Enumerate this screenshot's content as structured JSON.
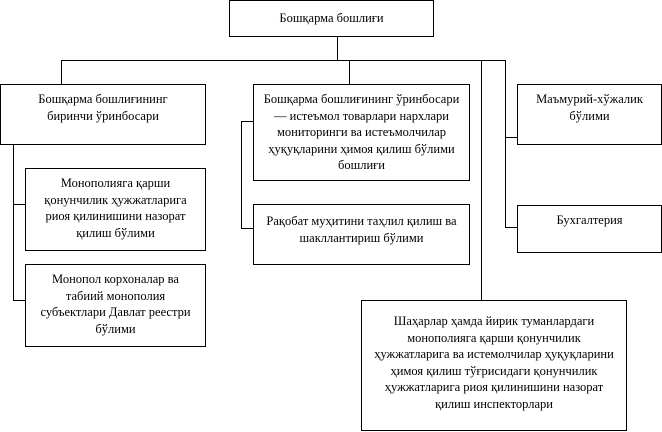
{
  "chart": {
    "head": "Бошқарма бошлиғи",
    "first_deputy": "Бошқарма бошлиғининг биринчи ўринбосари",
    "deputy_consumer": "Бошқарма бошлиғининг ўринбосари — истеъмол товарлари нархлари мониторинги ва истеъмолчилар ҳуқуқларини ҳимоя қилиш бўлими бошлиғи",
    "admin_dept": "Маъмурий-хўжалик бўлими",
    "accounting": "Бухгалтерия",
    "antimonopoly_compliance": "Монополияга қарши қонунчилик ҳужжатларига риоя қилинишини назорат қилиш бўлими",
    "monopoly_registry": "Монопол корхоналар ва табиий монополия субъектлари Давлат реестри бўлими",
    "competition_dept": "Рақобат муҳитини таҳлил қилиш ва шакллантириш бўлими",
    "inspectors": "Шаҳарлар ҳамда йирик туманлардаги монополияга қарши қонунчилик ҳужжатларига ва истемолчилар ҳуқуқларини ҳимоя қилиш тўғрисидаги қонунчилик ҳужжатларига риоя қилинишини назорат қилиш инспекторлари"
  }
}
